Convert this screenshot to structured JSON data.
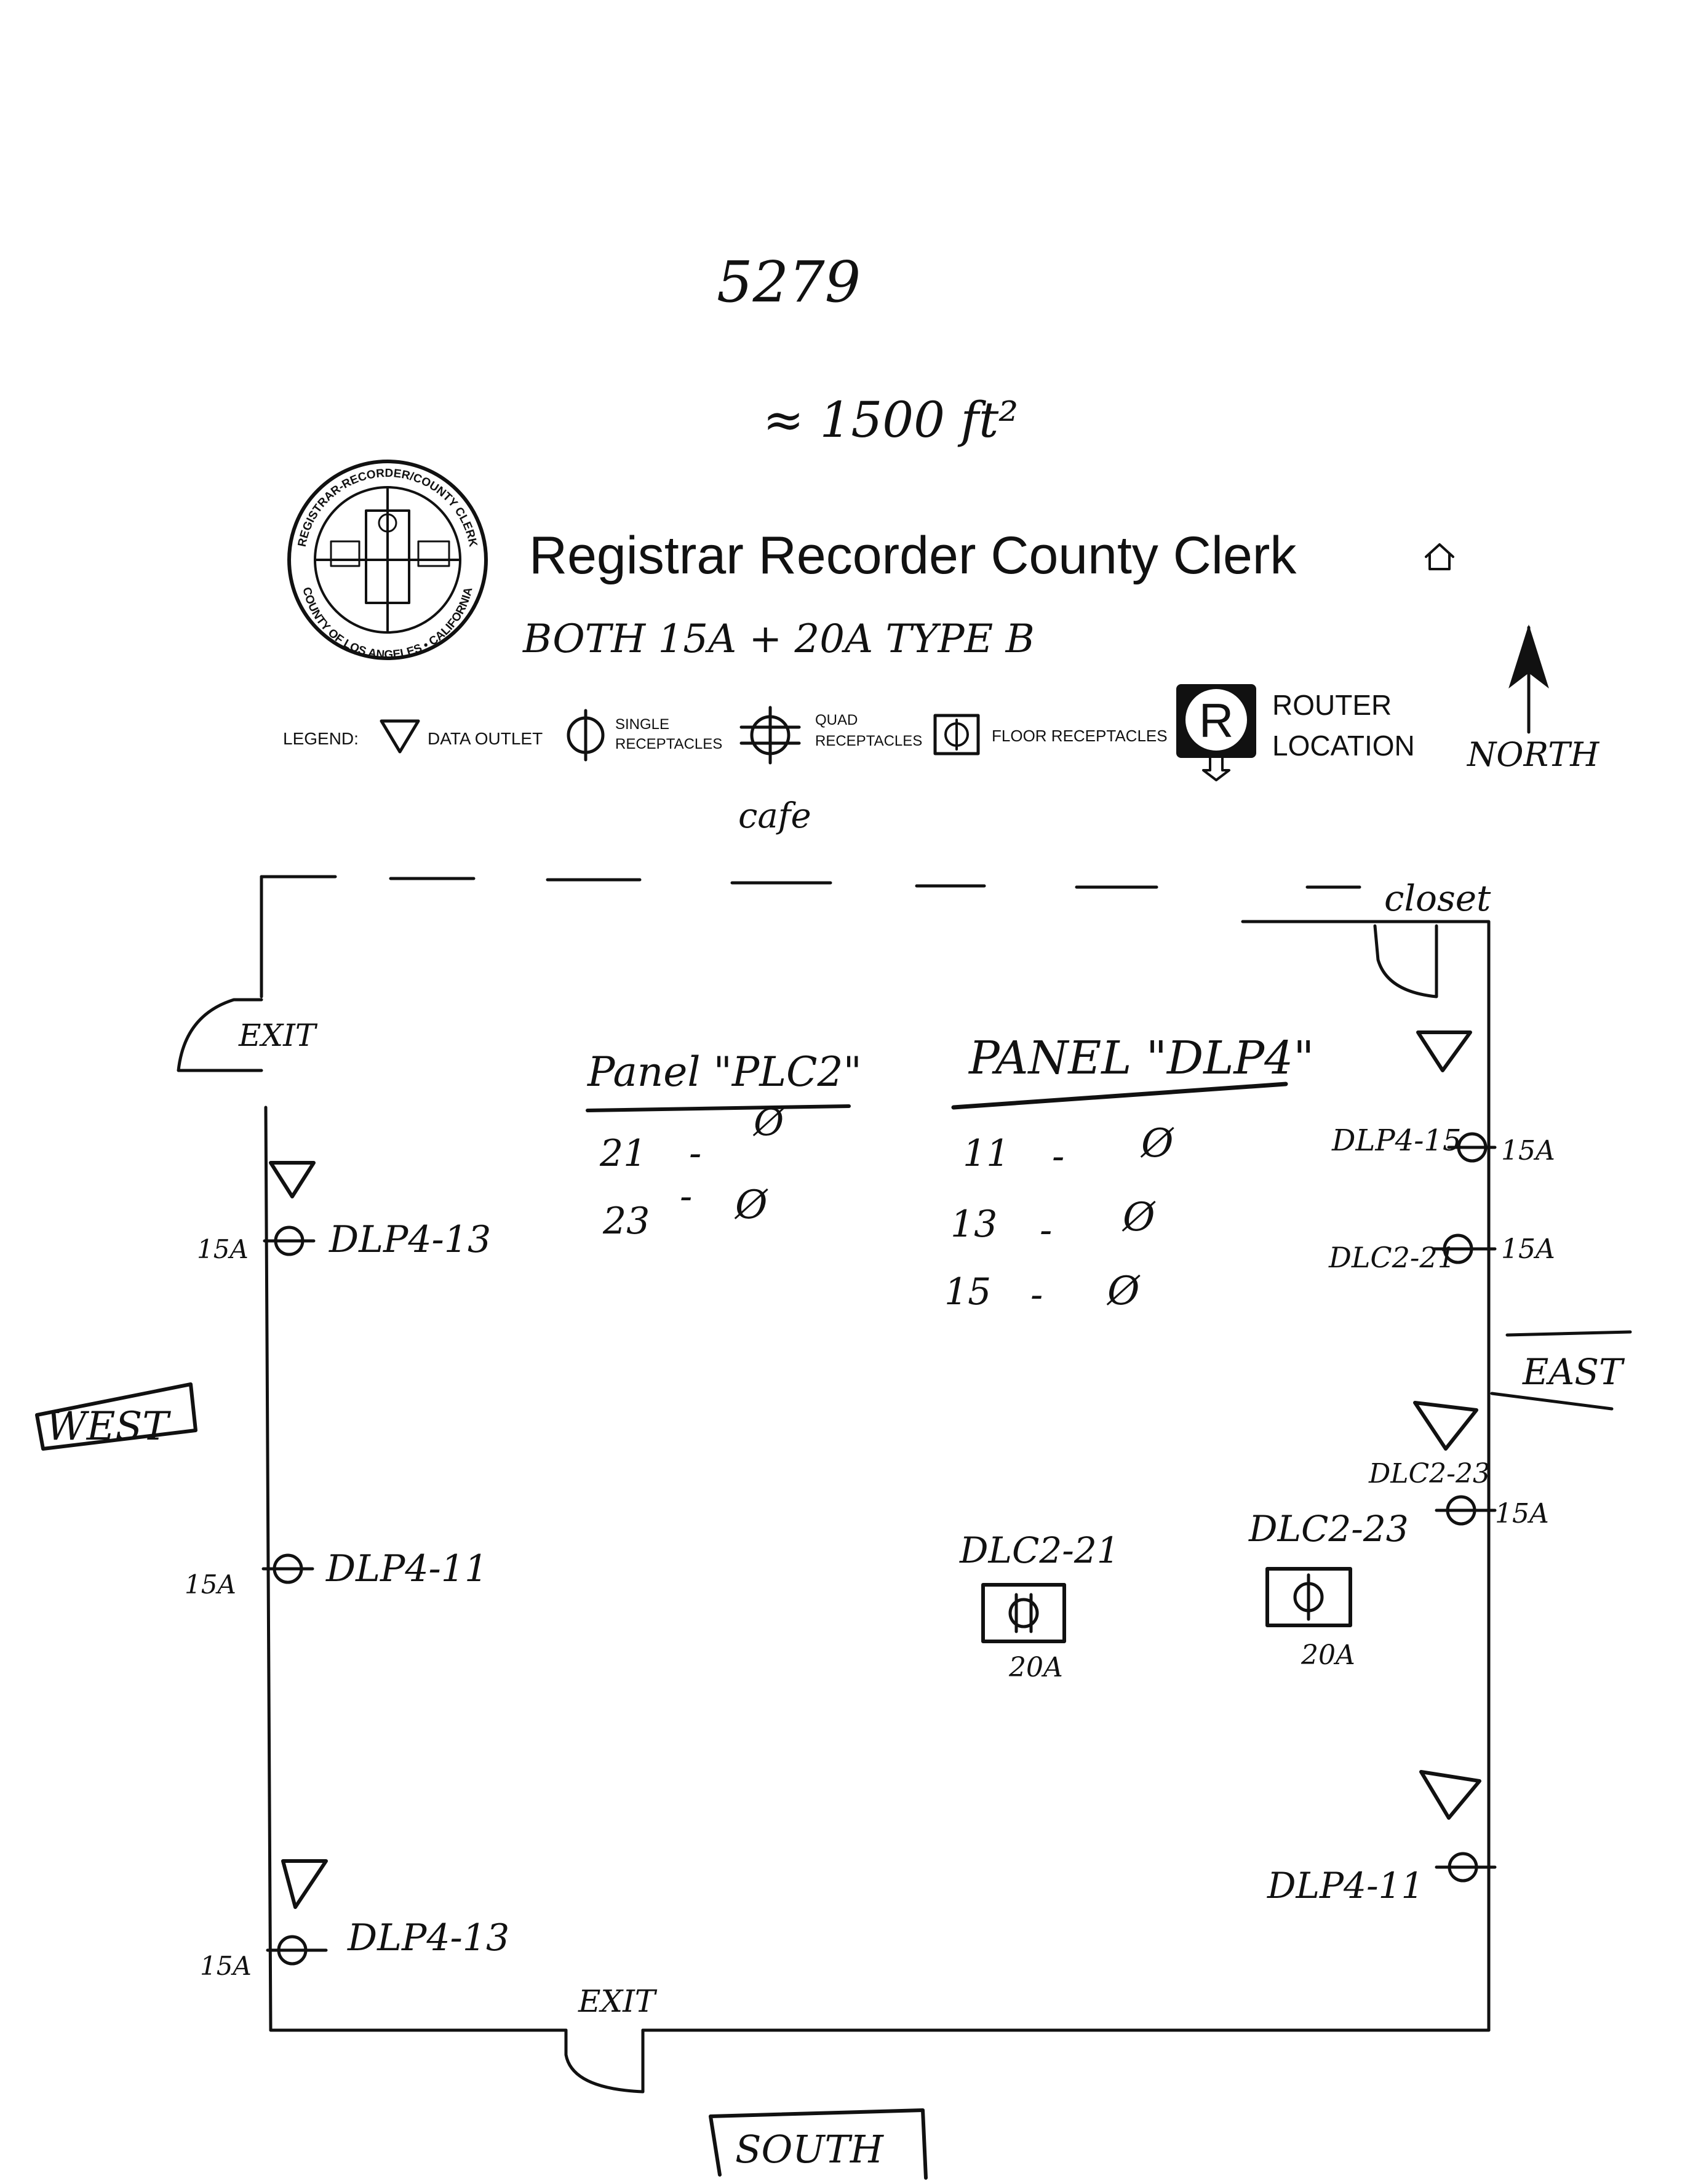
{
  "header": {
    "job_number": "5279",
    "area": "≈ 1500 ft²",
    "org_title": "Registrar Recorder County Clerk",
    "note": "BOTH 15A + 20A TYPE B",
    "seal": {
      "top_text": "REGISTRAR-RECORDER/COUNTY CLERK",
      "bottom_text": "COUNTY OF LOS ANGELES • CALIFORNIA"
    }
  },
  "legend": {
    "label": "LEGEND:",
    "data_outlet": "DATA OUTLET",
    "single_line1": "SINGLE",
    "single_line2": "RECEPTACLES",
    "quad_line1": "QUAD",
    "quad_line2": "RECEPTACLES",
    "floor": "FLOOR RECEPTACLES",
    "router_symbol": "R",
    "router_line1": "ROUTER",
    "router_line2": "LOCATION",
    "north": "NORTH"
  },
  "rooms": {
    "cafe": "cafe",
    "closet": "closet",
    "exit_west": "EXIT",
    "exit_south": "EXIT"
  },
  "directions": {
    "west": "WEST",
    "east": "EAST",
    "south": "SOUTH"
  },
  "panels": {
    "plc2": {
      "title": "Panel \"PLC2\"",
      "rows": [
        {
          "circuit": "21",
          "dash": "-",
          "mark": "Ø"
        },
        {
          "circuit": "23",
          "dash": "-",
          "mark": "Ø"
        }
      ]
    },
    "dlp4": {
      "title": "PANEL \"DLP4\"",
      "rows": [
        {
          "circuit": "11",
          "dash": "-",
          "mark": "Ø"
        },
        {
          "circuit": "13",
          "dash": "-",
          "mark": "Ø"
        },
        {
          "circuit": "15",
          "dash": "-",
          "mark": "Ø"
        }
      ]
    }
  },
  "west_wall": {
    "r1_amp": "15A",
    "r1_label": "DLP4-13",
    "r2_amp": "15A",
    "r2_label": "DLP4-11",
    "r3_amp": "15A",
    "r3_label": "DLP4-13"
  },
  "east_wall": {
    "r1_label": "DLP4-15",
    "r1_amp": "15A",
    "r2_label": "DLC2-21",
    "r2_amp": "15A",
    "r3_label": "DLC2-23",
    "r3_amp": "15A",
    "r4_label": "DLP4-11"
  },
  "floor_boxes": {
    "b1_label": "DLC2-21",
    "b1_amp": "20A",
    "b2_label": "DLC2-23",
    "b2_amp": "20A"
  }
}
